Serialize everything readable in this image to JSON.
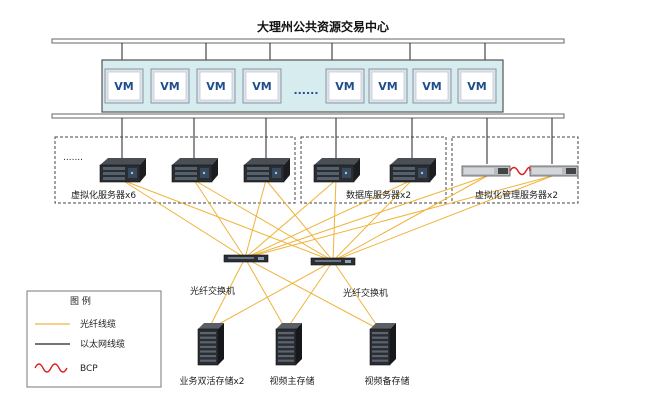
{
  "title": "大理州公共资源交易中心",
  "vm_label": "VM",
  "vm_ellipsis": "......",
  "groups": {
    "virt_servers": "虚拟化服务器x6",
    "virt_ellipsis": ".......",
    "db_servers": "数据库服务器x2",
    "mgmt_servers": "虚拟化管理服务器x2"
  },
  "switches": {
    "left": "光纤交换机",
    "right": "光纤交换机"
  },
  "storage": {
    "dual_active": "业务双活存储x2",
    "video_main": "视频主存储",
    "video_backup": "视频备存储"
  },
  "legend": {
    "title": "图 例",
    "fiber": "光纤线缆",
    "ethernet": "以太网线缆",
    "bcp": "BCP"
  },
  "colors": {
    "fiber": "#f0b43c",
    "ethernet": "#222222",
    "bcp": "#e02020",
    "vm_panel": "#d6ecee",
    "vm_box": "#dde3ea"
  }
}
